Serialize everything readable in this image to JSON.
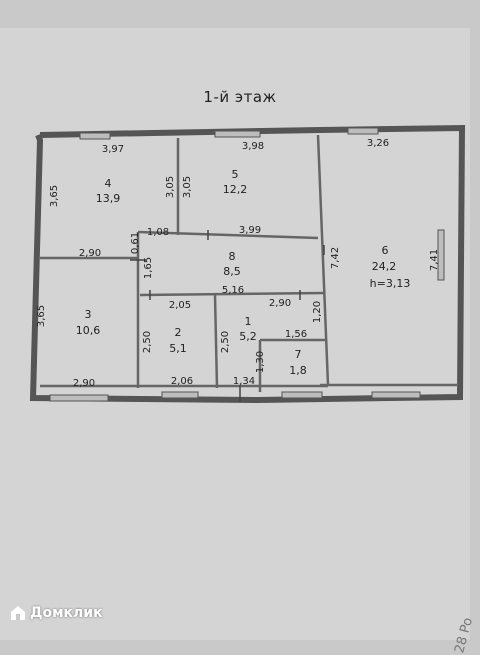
{
  "plan": {
    "title": "1-й этаж",
    "rooms": [
      {
        "id": "4",
        "number": "4",
        "area": "13,9"
      },
      {
        "id": "5",
        "number": "5",
        "area": "12,2"
      },
      {
        "id": "6",
        "number": "6",
        "area": "24,2",
        "height": "h=3,13"
      },
      {
        "id": "3",
        "number": "3",
        "area": "10,6"
      },
      {
        "id": "8",
        "number": "8",
        "area": "8,5"
      },
      {
        "id": "2",
        "number": "2",
        "area": "5,1"
      },
      {
        "id": "1",
        "number": "1",
        "area": "5,2"
      },
      {
        "id": "7",
        "number": "7",
        "area": "1,8"
      }
    ],
    "dimensions": {
      "r4_top": "3,97",
      "r4_left": "3,65",
      "r4_right": "3,05",
      "r4_bottom": "2,90",
      "r4_step": "0,61",
      "r4_gap": "1,08",
      "r5_top": "3,98",
      "r5_left": "3,05",
      "r5_bottom": "3,99",
      "r6_top": "3,26",
      "r6_left": "7,42",
      "r6_right": "7,41",
      "r3_left": "3,65",
      "r3_bottom": "2,90",
      "r8_left": "1,65",
      "r8_bottom": "5,16",
      "r2_top": "2,05",
      "r2_left": "2,50",
      "r2_bottom": "2,06",
      "r1_top": "2,90",
      "r1_left": "2,50",
      "r1_right": "1,20",
      "r1_bottom": "1,34",
      "r7_top": "1,56",
      "r7_left": "1,30"
    }
  },
  "watermark": {
    "brand": "Домклик",
    "corner_stamp": "28 Po"
  },
  "colors": {
    "wall": "#555555",
    "window": "#888888",
    "paper": "#d4d4d4",
    "background": "#c9c9c9"
  }
}
